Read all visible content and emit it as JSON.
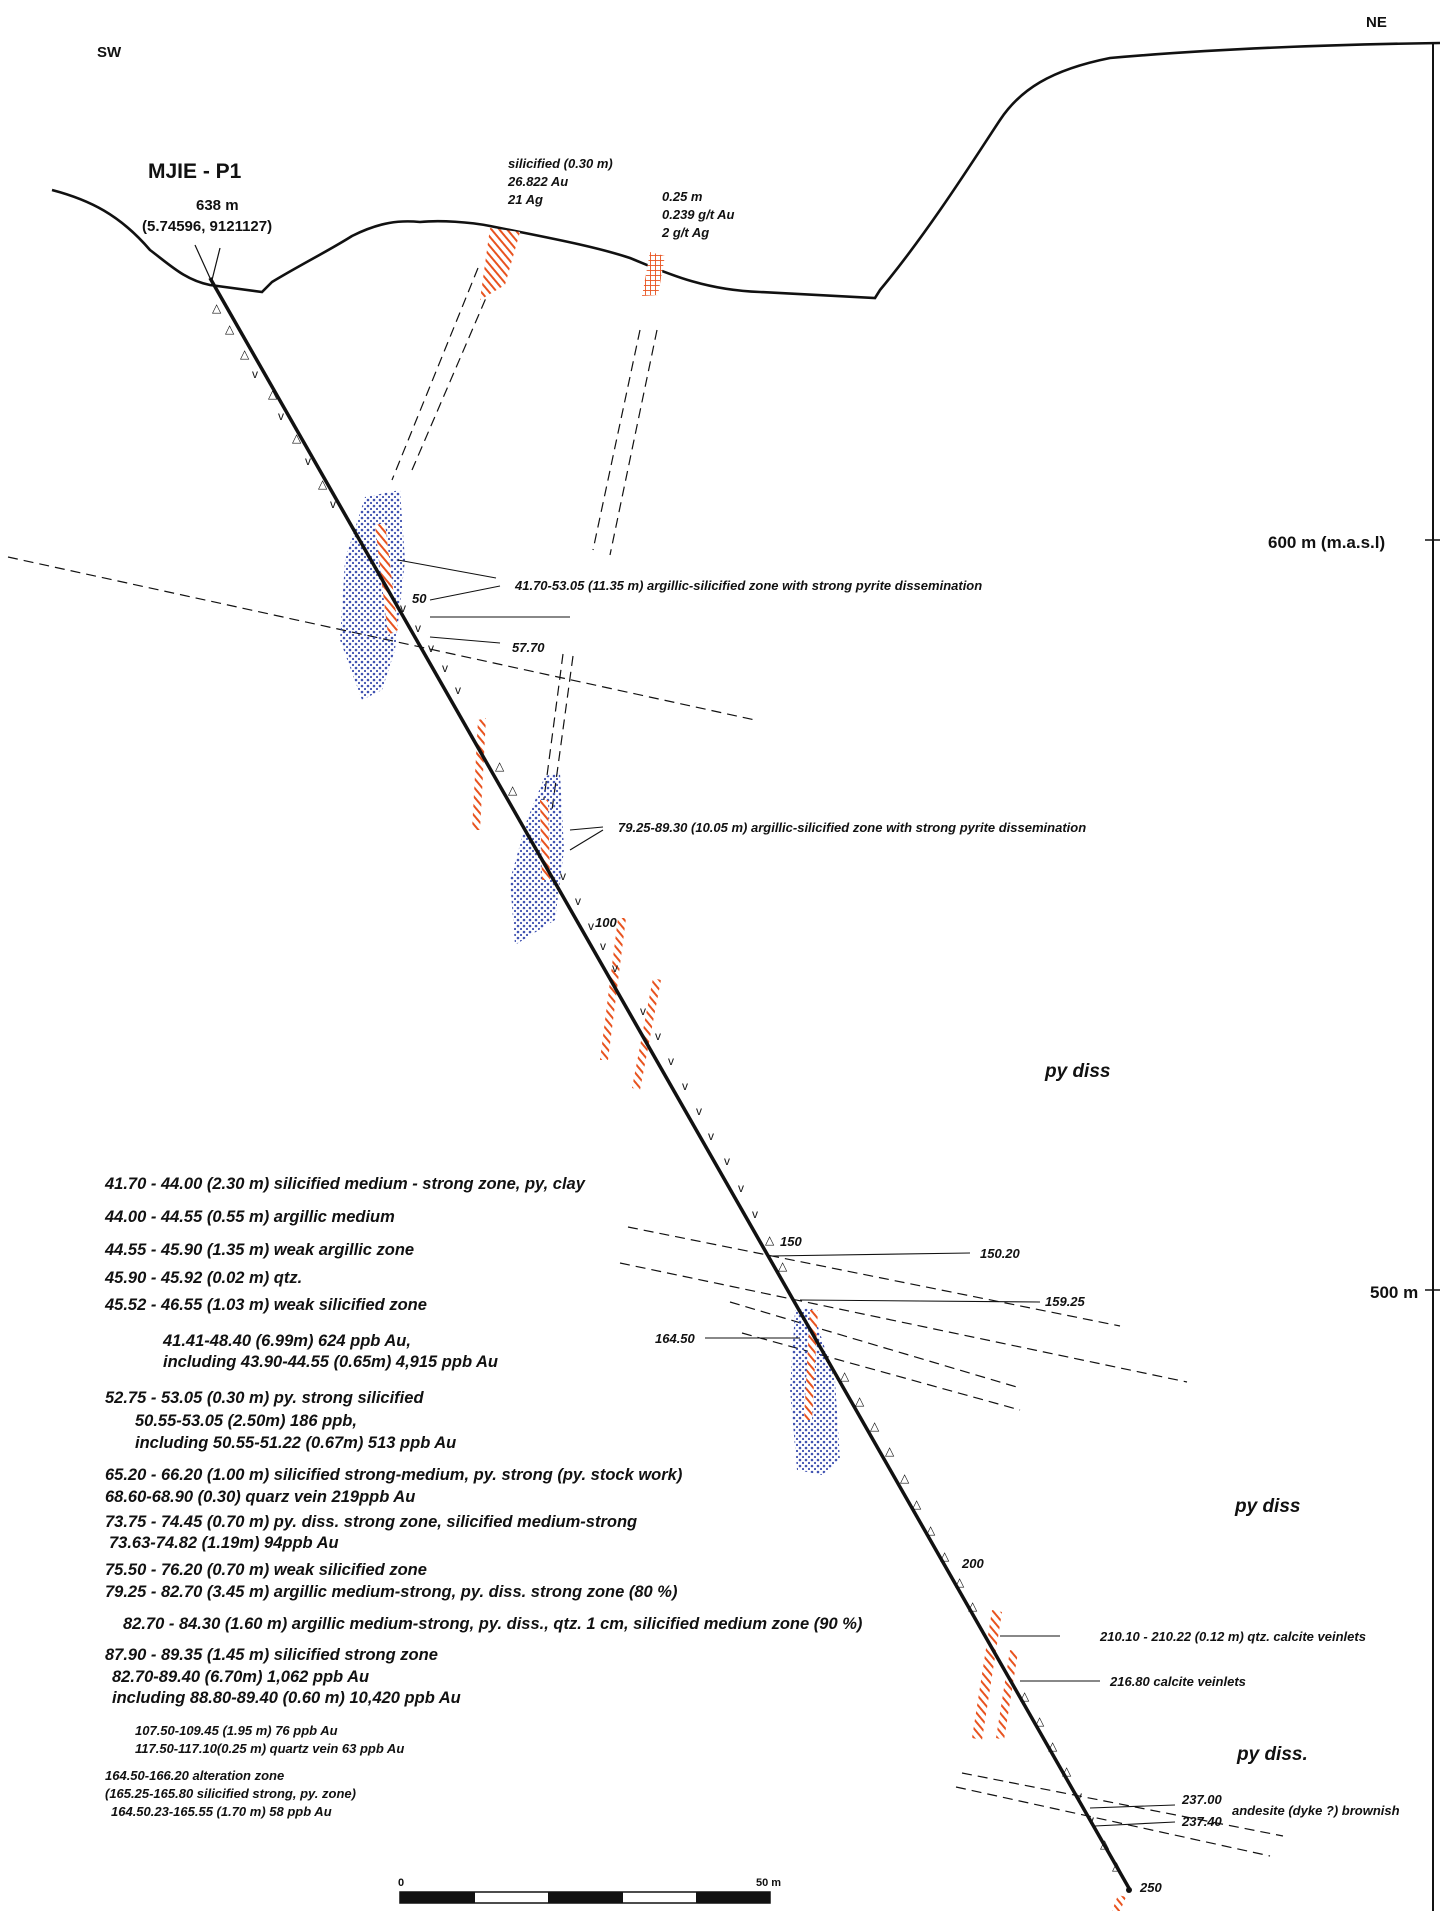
{
  "orientation": {
    "left": "SW",
    "right": "NE"
  },
  "drillhole": {
    "name": "MJIE - P1",
    "elevation": "638 m",
    "coordinates": "(5.74596, 9121127)"
  },
  "elevation_labels": {
    "upper": "600 m (m.a.s.l)",
    "lower": "500 m"
  },
  "surface_samples": [
    {
      "lines": [
        "silicified (0.30 m)",
        "26.822 Au",
        "21 Ag"
      ]
    },
    {
      "lines": [
        "0.25 m",
        "0.239 g/t Au",
        "2 g/t Ag"
      ]
    }
  ],
  "depth_ticks": [
    "50",
    "100",
    "150",
    "200",
    "250"
  ],
  "callouts": {
    "zone1": "41.70-53.05 (11.35 m) argillic-silicified zone with strong pyrite dissemination",
    "depth_57_70": "57.70",
    "zone2": "79.25-89.30 (10.05 m) argillic-silicified zone with strong pyrite dissemination",
    "depth_150_20": "150.20",
    "depth_159_25": "159.25",
    "depth_164_50": "164.50",
    "veinlets_210": "210.10 - 210.22 (0.12 m) qtz. calcite veinlets",
    "veinlets_216": "216.80 calcite veinlets",
    "depth_237_00": "237.00",
    "depth_237_40": "237.40",
    "andesite": "andesite (dyke ?) brownish"
  },
  "py_labels": [
    "py diss",
    "py diss",
    "py diss."
  ],
  "notes": [
    "41.70 - 44.00 (2.30 m) silicified medium - strong zone, py, clay",
    "44.00 - 44.55 (0.55 m) argillic medium",
    "44.55 - 45.90 (1.35 m) weak argillic zone",
    "45.90 - 45.92 (0.02 m) qtz.",
    "45.52 - 46.55 (1.03 m) weak silicified zone",
    "41.41-48.40 (6.99m) 624 ppb Au,",
    "including 43.90-44.55 (0.65m) 4,915 ppb Au",
    "52.75 - 53.05 (0.30 m) py. strong silicified",
    "50.55-53.05 (2.50m) 186 ppb,",
    "including 50.55-51.22 (0.67m) 513 ppb Au",
    "65.20 - 66.20 (1.00 m) silicified strong-medium, py. strong (py. stock work)",
    "68.60-68.90 (0.30) quarz vein 219ppb Au",
    "73.75 - 74.45 (0.70 m) py. diss. strong zone, silicified medium-strong",
    "73.63-74.82 (1.19m) 94ppb Au",
    "75.50 - 76.20 (0.70 m) weak silicified zone",
    "79.25 - 82.70 (3.45 m) argillic medium-strong, py. diss. strong zone (80 %)",
    "82.70 - 84.30 (1.60 m) argillic medium-strong, py. diss., qtz. 1 cm, silicified medium zone (90 %)",
    "87.90 - 89.35 (1.45 m) silicified strong zone",
    "82.70-89.40 (6.70m) 1,062 ppb Au",
    "including 88.80-89.40 (0.60 m) 10,420 ppb Au",
    "107.50-109.45 (1.95 m) 76 ppb Au",
    "117.50-117.10(0.25 m) quartz vein 63 ppb Au",
    "164.50-166.20 alteration zone",
    "(165.25-165.80 silicified strong, py. zone)",
    "164.50.23-165.55 (1.70 m) 58 ppb Au"
  ],
  "scale_bar": {
    "start": "0",
    "end": "50 m"
  },
  "colors": {
    "alteration_red": "#e8531f",
    "silicified_blue": "#2b3fa8",
    "line": "#111111"
  }
}
